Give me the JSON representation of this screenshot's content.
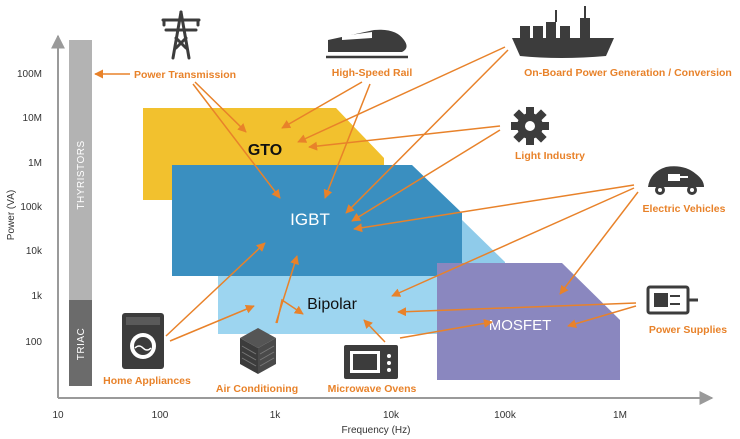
{
  "axes": {
    "y_title": "Power (VA)",
    "x_title": "Frequency (Hz)",
    "y_ticks": [
      "100M",
      "10M",
      "1M",
      "100k",
      "10k",
      "1k",
      "100"
    ],
    "x_ticks": [
      "10",
      "100",
      "1k",
      "10k",
      "100k",
      "1M"
    ]
  },
  "bars": {
    "thyristors": "THYRISTORS",
    "triac": "TRIAC"
  },
  "regions": {
    "gto": "GTO",
    "igbt": "IGBT",
    "bipolar": "Bipolar",
    "mosfet": "MOSFET"
  },
  "applications": {
    "power_transmission": "Power Transmission",
    "high_speed_rail": "High-Speed Rail",
    "onboard_power": "On-Board Power Generation / Conversion",
    "light_industry": "Light Industry",
    "electric_vehicles": "Electric Vehicles",
    "power_supplies": "Power Supplies",
    "home_appliances": "Home Appliances",
    "air_conditioning": "Air Conditioning",
    "microwave_ovens": "Microwave Ovens"
  },
  "colors": {
    "gto": "#f2c12e",
    "igbt": "#3a8fc0",
    "igbt_light": "#8fcbea",
    "bipolar": "#9dd5f0",
    "mosfet": "#8a87bf",
    "thyristors": "#b3b3b3",
    "triac": "#6b6b6b",
    "accent": "#e8822a",
    "axis": "#9a9a9a",
    "icon": "#3c3c3c"
  },
  "icons": [
    "transmission-tower-icon",
    "train-icon",
    "ship-icon",
    "gear-icon",
    "car-plug-icon",
    "battery-plug-icon",
    "washing-machine-icon",
    "air-conditioner-icon",
    "microwave-icon"
  ]
}
